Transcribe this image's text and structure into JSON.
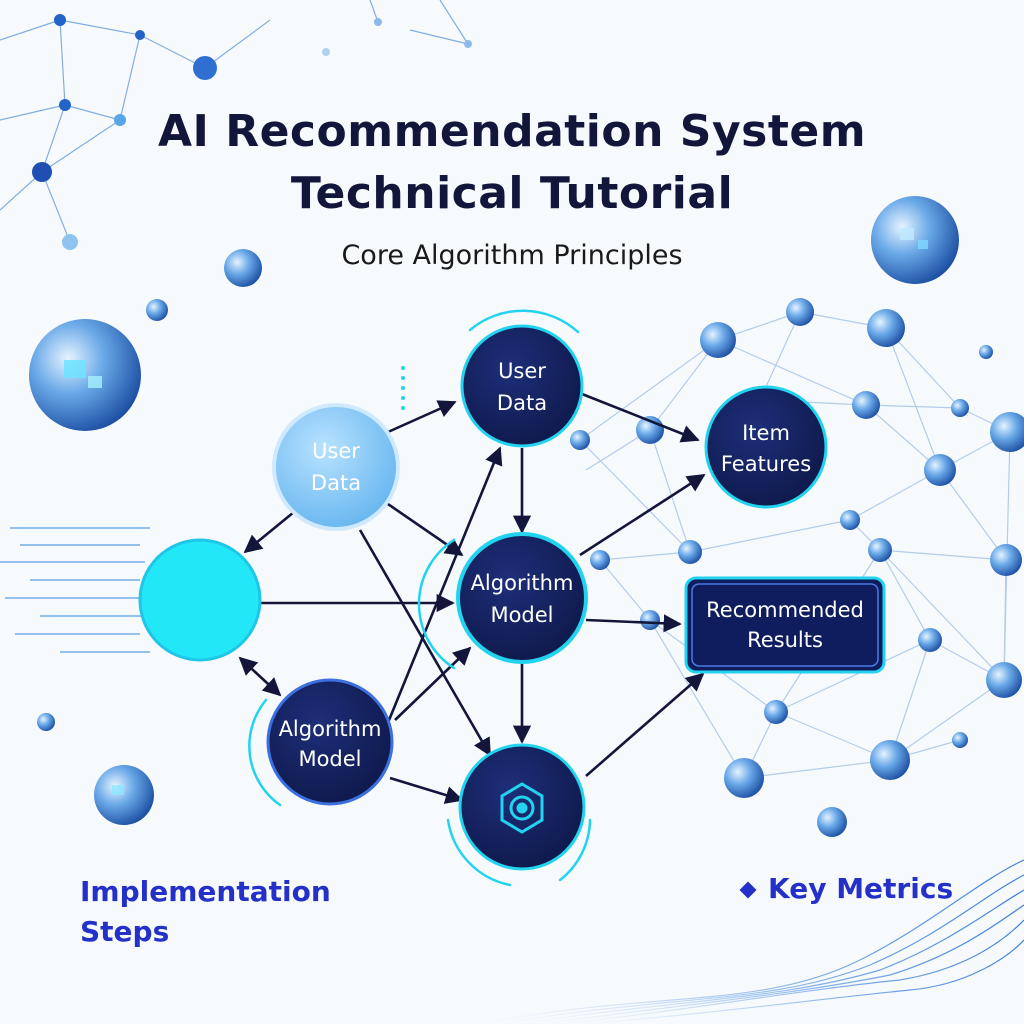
{
  "title_line1": "AI Recommendation System",
  "title_line2": "Technical Tutorial",
  "subtitle": "Core Algorithm Principles",
  "nodes": {
    "user_data_light": "User\nData",
    "user_data_top": "User\nData",
    "item_features": "Item\nFeatures",
    "algorithm_center": "Algorithm\nModel",
    "algorithm_bottom": "Algorithm\nModel",
    "recommended_results": "Recommended\nResults"
  },
  "footer": {
    "left": "Implementation Steps",
    "right": "Key Metrics"
  },
  "icons": {
    "bottom_node": "hexagon-target-icon"
  },
  "colors": {
    "navy": "#13205a",
    "cyan": "#22e3f5",
    "light_blue": "#7cc1f0",
    "accent_blue": "#2430c8"
  }
}
